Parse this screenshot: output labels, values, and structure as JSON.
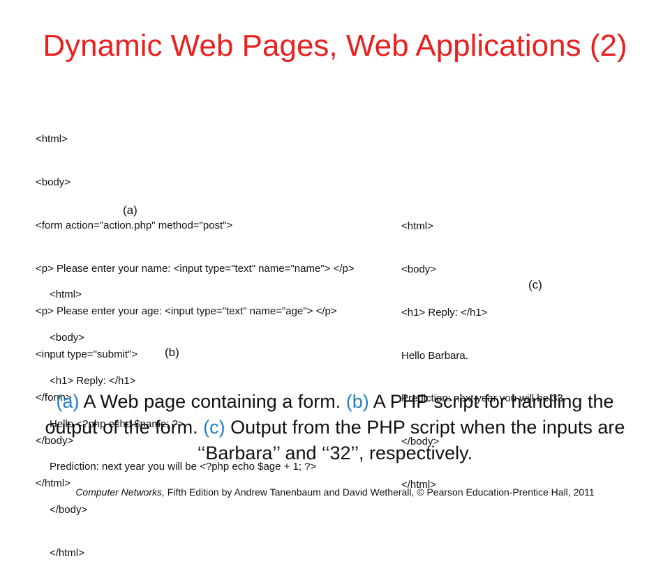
{
  "title": "Dynamic Web Pages, Web Applications (2)",
  "figures": {
    "a": {
      "label": "(a)",
      "lines": [
        "<html>",
        "<body>",
        "<form action=\"action.php\" method=\"post\">",
        "<p> Please enter your name: <input type=\"text\" name=\"name\"> </p>",
        "<p> Please enter your age: <input type=\"text\" name=\"age\"> </p>",
        "<input type=\"submit\">",
        "</form>",
        "</body>",
        "</html>"
      ]
    },
    "b": {
      "label": "(b)",
      "lines": [
        "<html>",
        "<body>",
        "<h1> Reply: </h1>",
        "Hello <?php echo $name; ?>.",
        "Prediction: next year you will be <?php echo $age + 1; ?>",
        "</body>",
        "</html>"
      ]
    },
    "c": {
      "label": "(c)",
      "lines": [
        "<html>",
        "<body>",
        "<h1> Reply: </h1>",
        "Hello Barbara.",
        "Prediction: next year you will be 33",
        "</body>",
        "</html>"
      ]
    }
  },
  "caption": {
    "a_tag": "(a)",
    "a_text": " A Web page containing a form. ",
    "b_tag": "(b)",
    "b_text": " A PHP script for handling the output of the form. ",
    "c_tag": "(c)",
    "c_text": " Output from the PHP script when the inputs are ‘‘Barbara’’ and ‘‘32’’, respectively."
  },
  "footer": {
    "book": "Computer Networks,",
    "text": " Fifth Edition by Andrew Tanenbaum and David Wetherall, © Pearson Education-Prentice Hall, 2011"
  },
  "colors": {
    "title": "#e8201f",
    "caption_tag": "#1f7fc4",
    "text": "#111111"
  }
}
